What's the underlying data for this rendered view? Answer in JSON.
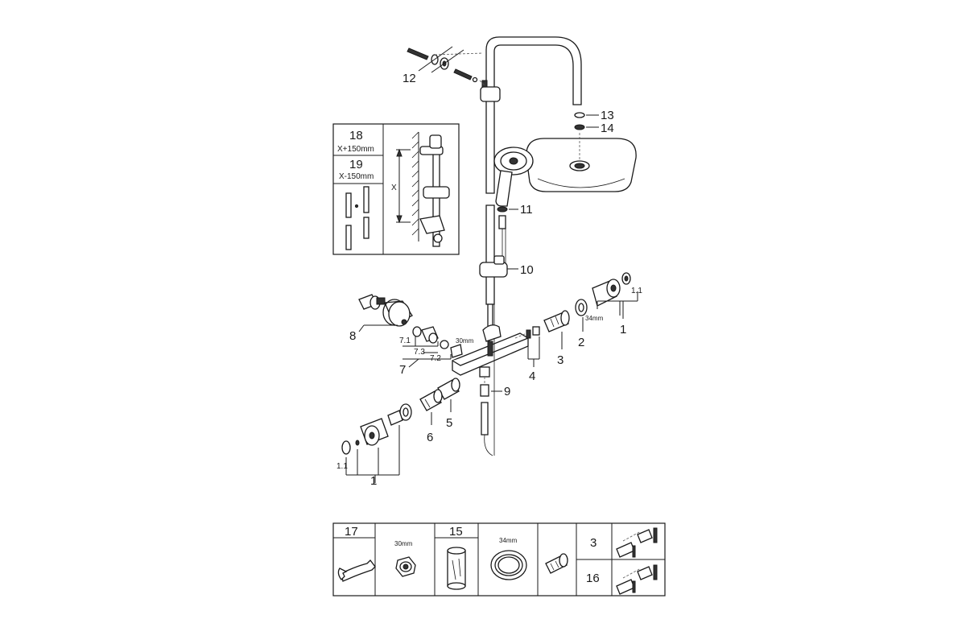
{
  "callouts": {
    "c1_right": "1",
    "c1_1_right": "1.1",
    "c2": "2",
    "c3": "3",
    "c4": "4",
    "c5": "5",
    "c6": "6",
    "c7": "7",
    "c7_1": "7.1",
    "c7_2": "7.2",
    "c7_3": "7.3",
    "c8": "8",
    "c9": "9",
    "c10": "10",
    "c11": "11",
    "c12": "12",
    "c13": "13",
    "c14": "14",
    "c1_left": "1",
    "c1_1_left": "1.1"
  },
  "dimensions": {
    "right_nut": "34mm",
    "left_nut": "30mm"
  },
  "inset": {
    "item18": "18",
    "item18_len": "X+150mm",
    "item19": "19",
    "item19_len": "X-150mm",
    "dim_x": "X"
  },
  "spares_table": {
    "item17": "17",
    "nut_size": "30mm",
    "item15": "15",
    "ring_size": "34mm",
    "item3": "3",
    "item16": "16"
  }
}
